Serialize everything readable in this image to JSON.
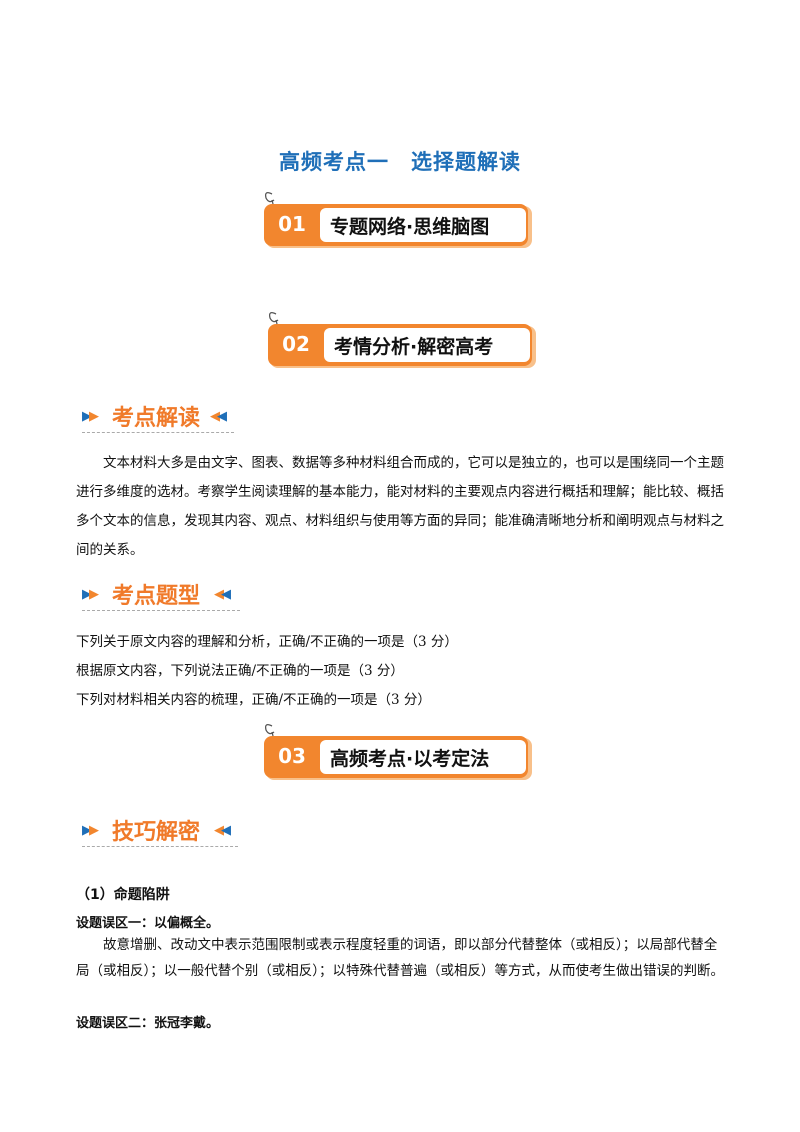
{
  "title": "高频考点一　选择题解读",
  "banners": [
    {
      "num": "01",
      "label": "专题网络·思维脑图"
    },
    {
      "num": "02",
      "label": "考情分析·解密高考"
    },
    {
      "num": "03",
      "label": "高频考点·以考定法"
    }
  ],
  "sections": {
    "kaodian_jiedu": "考点解读",
    "kaodian_tixing": "考点题型",
    "jiqiao_jiemi": "技巧解密"
  },
  "jiedu_paragraph": "文本材料大多是由文字、图表、数据等多种材料组合而成的，它可以是独立的，也可以是围绕同一个主题进行多维度的选材。考察学生阅读理解的基本能力，能对材料的主要观点内容进行概括和理解；能比较、概括多个文本的信息，发现其内容、观点、材料组织与使用等方面的异同；能准确清晰地分析和阐明观点与材料之间的关系。",
  "question_types": [
    "下列关于原文内容的理解和分析，正确/不正确的一项是（3 分）",
    "根据原文内容，下列说法正确/不正确的一项是（3 分）",
    "下列对材料相关内容的梳理，正确/不正确的一项是（3 分）"
  ],
  "jiqiao": {
    "heading": "（1）命题陷阱",
    "trap1_title": "设题误区一：以偏概全。",
    "trap1_text": "故意增删、改动文中表示范围限制或表示程度轻重的词语，即以部分代替整体（或相反）；以局部代替全局（或相反）；以一般代替个别（或相反）；以特殊代替普遍（或相反）等方式，从而使考生做出错误的判断。",
    "trap2_title": "设题误区二：张冠李戴。"
  },
  "colors": {
    "accent_orange": "#f2862e",
    "title_blue": "#1f6fb8"
  }
}
